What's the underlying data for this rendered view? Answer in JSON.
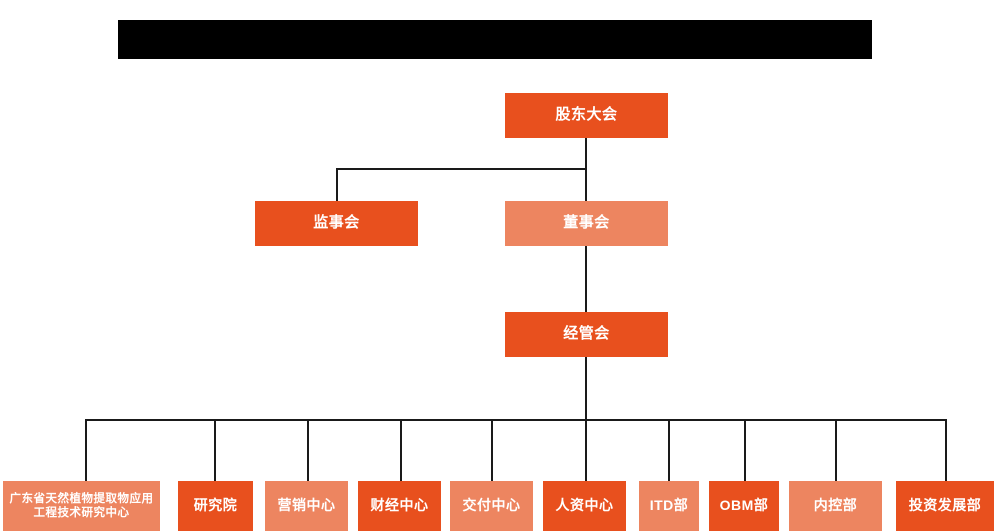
{
  "chart_data": {
    "type": "diagram",
    "title": "",
    "subtype": "organization-chart",
    "orientation": "top-down",
    "colors": {
      "solid": "#E8501E",
      "light": "#ED8560",
      "connector": "#1a1a1a",
      "text": "#ffffff",
      "background": "#ffffff",
      "banner": "#000000"
    },
    "levels": [
      {
        "level": 1,
        "nodes": [
          "股东大会"
        ]
      },
      {
        "level": 2,
        "nodes": [
          "监事会",
          "董事会"
        ]
      },
      {
        "level": 3,
        "nodes": [
          "经管会"
        ]
      },
      {
        "level": 4,
        "nodes": [
          "广东省天然植物提取物应用工程技术研究中心",
          "研究院",
          "营销中心",
          "财经中心",
          "交付中心",
          "人资中心",
          "ITD部",
          "OBM部",
          "内控部",
          "投资发展部"
        ]
      }
    ],
    "edges": [
      {
        "from": "股东大会",
        "to": "监事会"
      },
      {
        "from": "股东大会",
        "to": "董事会"
      },
      {
        "from": "董事会",
        "to": "经管会"
      },
      {
        "from": "经管会",
        "to": "广东省天然植物提取物应用工程技术研究中心"
      },
      {
        "from": "经管会",
        "to": "研究院"
      },
      {
        "from": "经管会",
        "to": "营销中心"
      },
      {
        "from": "经管会",
        "to": "财经中心"
      },
      {
        "from": "经管会",
        "to": "交付中心"
      },
      {
        "from": "经管会",
        "to": "人资中心"
      },
      {
        "from": "经管会",
        "to": "ITD部"
      },
      {
        "from": "经管会",
        "to": "OBM部"
      },
      {
        "from": "经管会",
        "to": "内控部"
      },
      {
        "from": "经管会",
        "to": "投资发展部"
      }
    ]
  },
  "banner": {
    "label": ""
  },
  "nodes": {
    "shareholders_meeting": {
      "label": "股东大会"
    },
    "board_of_supervisors": {
      "label": "监事会"
    },
    "board_of_directors": {
      "label": "董事会"
    },
    "management_committee": {
      "label": "经管会"
    }
  },
  "departments": [
    {
      "label": "广东省天然植物提取物应用工程技术研究中心"
    },
    {
      "label": "研究院"
    },
    {
      "label": "营销中心"
    },
    {
      "label": "财经中心"
    },
    {
      "label": "交付中心"
    },
    {
      "label": "人资中心"
    },
    {
      "label": "ITD部"
    },
    {
      "label": "OBM部"
    },
    {
      "label": "内控部"
    },
    {
      "label": "投资发展部"
    }
  ]
}
